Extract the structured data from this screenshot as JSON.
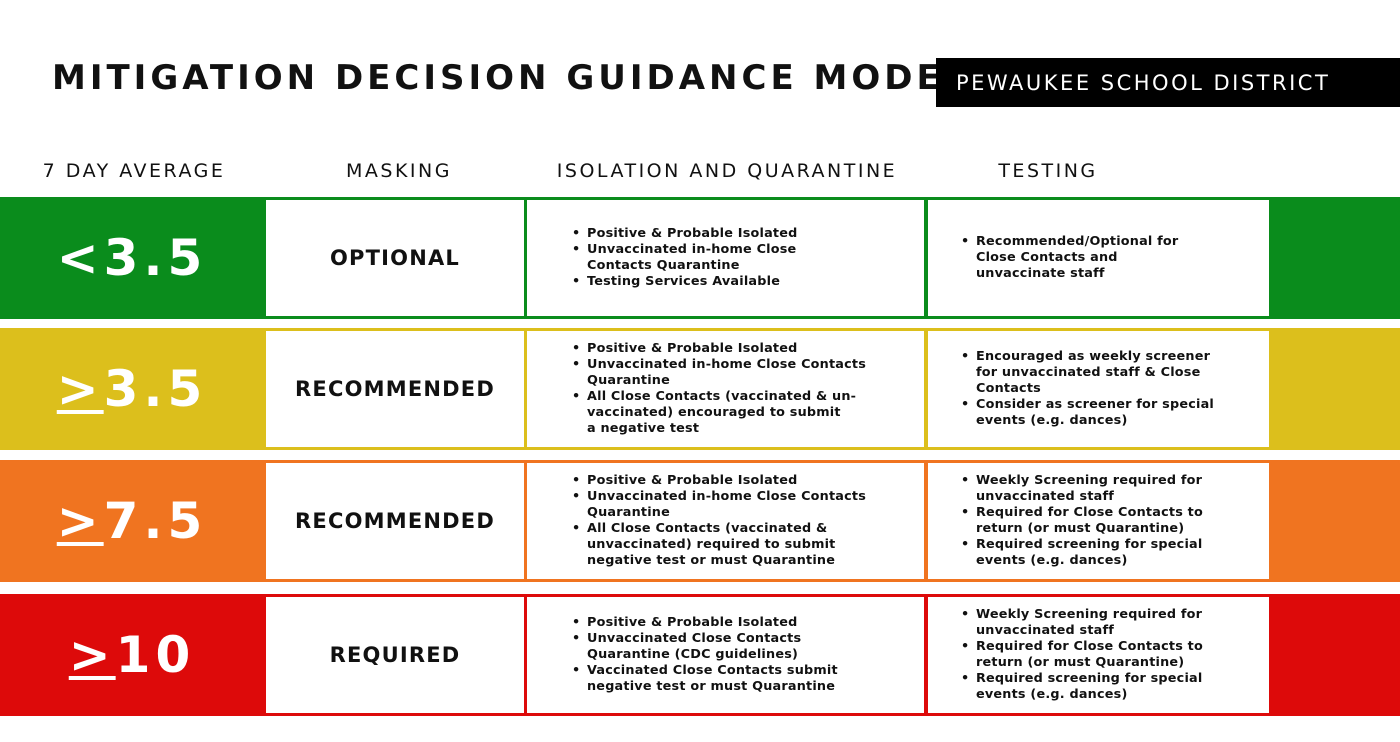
{
  "header": {
    "title": "MITIGATION DECISION GUIDANCE MODEL",
    "district": "PEWAUKEE SCHOOL DISTRICT"
  },
  "columns": {
    "average": "7 DAY AVERAGE",
    "masking": "MASKING",
    "isolation": "ISOLATION AND QUARANTINE",
    "testing": "TESTING"
  },
  "colors": {
    "green": "#0a8c1c",
    "yellow": "#dcbf1c",
    "orange": "#f07420",
    "red": "#dd0a0a"
  },
  "rows": [
    {
      "level_symbol": "<",
      "level_value": "3.5",
      "masking": "OPTIONAL",
      "isolation": [
        [
          "Positive & Probable Isolated"
        ],
        [
          "Unvaccinated in-home Close",
          "Contacts Quarantine"
        ],
        [
          "Testing Services Available"
        ]
      ],
      "testing": [
        [
          "Recommended/Optional for",
          "Close Contacts and",
          "unvaccinate staff"
        ]
      ]
    },
    {
      "level_symbol": ">",
      "level_value": "3.5",
      "masking": "RECOMMENDED",
      "isolation": [
        [
          "Positive & Probable Isolated"
        ],
        [
          "Unvaccinated in-home Close Contacts",
          "Quarantine"
        ],
        [
          "All Close Contacts (vaccinated & un-",
          "vaccinated) encouraged to submit",
          "a negative test"
        ]
      ],
      "testing": [
        [
          "Encouraged as weekly screener",
          "for unvaccinated staff & Close",
          "Contacts"
        ],
        [
          "Consider as screener for special",
          "events (e.g. dances)"
        ]
      ]
    },
    {
      "level_symbol": ">",
      "level_value": "7.5",
      "masking": "RECOMMENDED",
      "isolation": [
        [
          "Positive & Probable Isolated"
        ],
        [
          "Unvaccinated in-home Close Contacts",
          "Quarantine"
        ],
        [
          "All Close Contacts (vaccinated &",
          "unvaccinated) required to submit",
          "negative test or must Quarantine"
        ]
      ],
      "testing": [
        [
          "Weekly Screening required for",
          "unvaccinated staff"
        ],
        [
          "Required for Close Contacts to",
          "return (or must Quarantine)"
        ],
        [
          "Required screening for special",
          "events (e.g. dances)"
        ]
      ]
    },
    {
      "level_symbol": ">",
      "level_value": "10",
      "masking": "REQUIRED",
      "isolation": [
        [
          "Positive & Probable Isolated"
        ],
        [
          "Unvaccinated Close Contacts",
          "Quarantine (CDC guidelines)"
        ],
        [
          "Vaccinated Close Contacts submit",
          "negative test or must Quarantine"
        ]
      ],
      "testing": [
        [
          "Weekly Screening required for",
          "unvaccinated staff"
        ],
        [
          "Required for Close Contacts to",
          "return (or must Quarantine)"
        ],
        [
          "Required screening for special",
          "events (e.g. dances)"
        ]
      ]
    }
  ]
}
